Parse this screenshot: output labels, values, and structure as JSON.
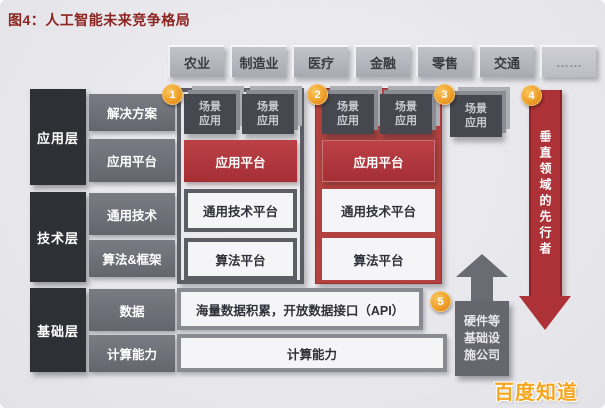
{
  "title": "图4：人工智能未来竞争格局",
  "industries": [
    "农业",
    "制造业",
    "医疗",
    "金融",
    "零售",
    "交通",
    "……"
  ],
  "layers": [
    "应用层",
    "技术层",
    "基础层"
  ],
  "capabilities": [
    "解决方案",
    "应用平台",
    "通用技术",
    "算法&框架",
    "数据",
    "计算能力"
  ],
  "labels": {
    "scene_app": "场景应用",
    "app_platform": "应用平台",
    "general_tech_platform": "通用技术平台",
    "algo_platform": "算法平台",
    "data_accumulation": "海量数据积累，开放数据接口（API）",
    "computing_power": "计算能力",
    "hardware_company": "硬件等基础设施公司",
    "vertical_pioneer": "垂直领域的先行者"
  },
  "badges": [
    "1",
    "2",
    "3",
    "4",
    "5"
  ],
  "watermark": "百度知道",
  "colors": {
    "background": "#e9e9ed",
    "title": "#8c2421",
    "industry_box": "#b6b6be",
    "layer_box": "#2f2f36",
    "capability_box": "#70707a",
    "scene_box": "#47474f",
    "red_box": "#b23a3e",
    "frame_gray": "#5d5d66",
    "frame_red": "#b2423f",
    "bottom_frame": "#8a8a92",
    "hardware_gray": "#66666e",
    "badge_gold": "#efa02c",
    "watermark_orange": "#f6a51e"
  }
}
